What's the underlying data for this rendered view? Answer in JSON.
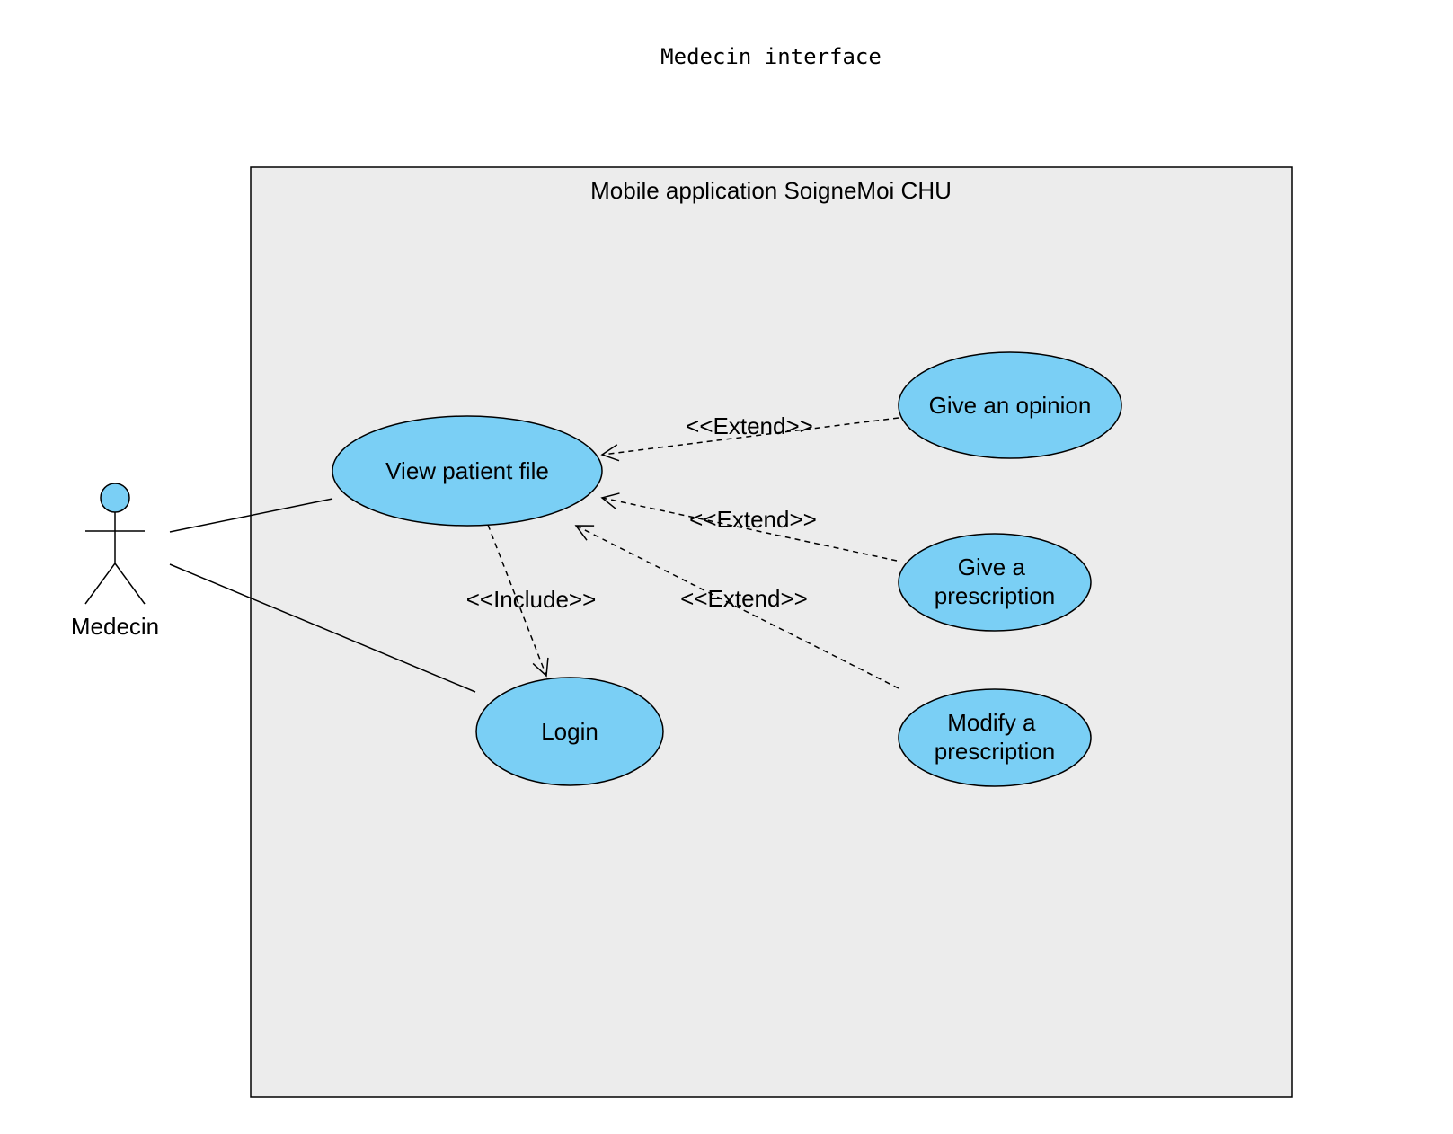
{
  "diagram": {
    "title": "Medecin interface",
    "system_boundary": {
      "name": "Mobile application SoigneMoi CHU",
      "fill": "#ececec",
      "stroke": "#000000"
    },
    "actor": {
      "name": "Medecin",
      "head_fill": "#7acff5"
    },
    "use_cases": {
      "view_patient_file": {
        "label": "View patient file"
      },
      "login": {
        "label": "Login"
      },
      "give_opinion": {
        "label": "Give an opinion"
      },
      "give_prescription": {
        "line1": "Give a",
        "line2": "prescription"
      },
      "modify_prescription": {
        "line1": "Modify a",
        "line2": "prescription"
      }
    },
    "use_case_fill": "#7acff5",
    "relationships": {
      "include_login": "<<Include>>",
      "extend_opinion": "<<Extend>>",
      "extend_give_prescription": "<<Extend>>",
      "extend_modify_prescription": "<<Extend>>"
    }
  }
}
